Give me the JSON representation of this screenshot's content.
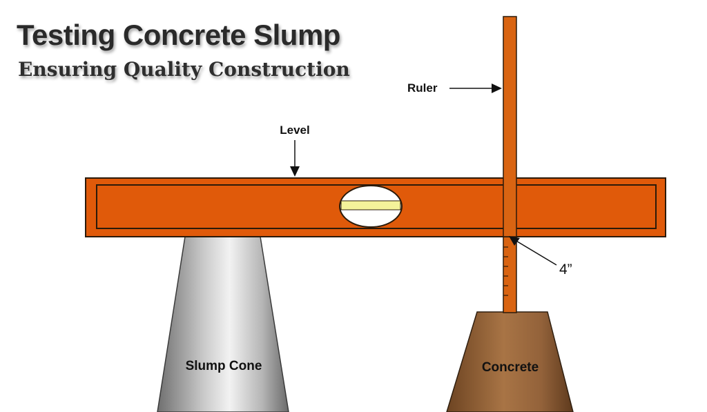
{
  "header": {
    "title": "Testing Concrete Slump",
    "subtitle": "Ensuring Quality Construction"
  },
  "labels": {
    "ruler": "Ruler",
    "level": "Level",
    "measurement": "4”",
    "slump_cone": "Slump Cone",
    "concrete": "Concrete"
  },
  "colors": {
    "level_orange": "#e05a0a",
    "ruler_orange": "#d96412",
    "outline": "#2a1a0a",
    "bubble_yellow": "#f4f29a",
    "cone_gray": "#a8a8a8",
    "concrete_brown": "#9a6a3c"
  }
}
